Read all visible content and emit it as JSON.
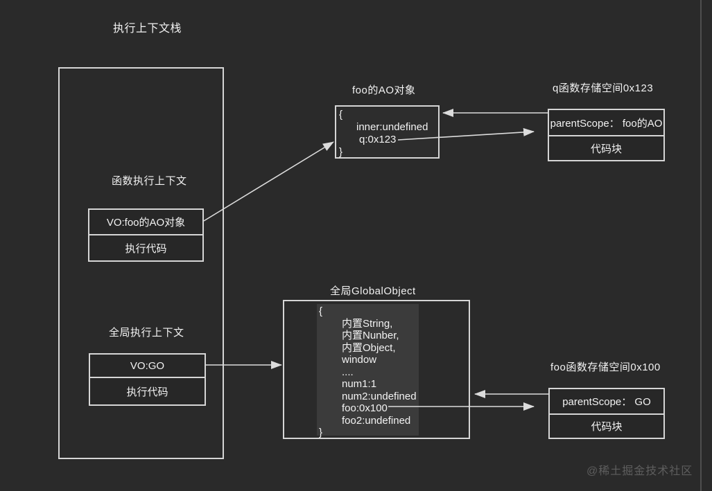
{
  "page": {
    "title": "执行上下文栈",
    "watermark": "@稀土掘金技术社区"
  },
  "stack": {
    "function_context_label": "函数执行上下文",
    "vo_foo": {
      "row1": "VO:foo的AO对象",
      "row2": "执行代码"
    },
    "global_context_label": "全局执行上下文",
    "vo_go": {
      "row1": "VO:GO",
      "row2": "执行代码"
    }
  },
  "foo_ao": {
    "label": "foo的AO对象",
    "lines": [
      "{",
      "inner:undefined",
      "q:0x123",
      "}"
    ]
  },
  "q_space": {
    "label": "q函数存储空间0x123",
    "row1": "parentScope： foo的AO",
    "row2": "代码块"
  },
  "global_object": {
    "label": "全局GlobalObject",
    "open_brace": "{",
    "entries": [
      "内置String,",
      "内置Nunber,",
      "内置Object,",
      "window",
      "....",
      "num1:1",
      "num2:undefined",
      "foo:0x100",
      "foo2:undefined"
    ],
    "close_brace": "}"
  },
  "foo_space": {
    "label": "foo函数存储空间0x100",
    "row1": "parentScope： GO",
    "row2": "代码块"
  },
  "colors": {
    "background": "#2a2a2a",
    "box_border": "#d6d6d6",
    "text": "#f2f2f2",
    "arrow": "#dcdcdc",
    "highlight_block": "#3b3b3b",
    "watermark": "#5e5e5e"
  },
  "connections": [
    {
      "from": "vo-foo-row",
      "to": "foo-ao-object"
    },
    {
      "from": "q-storage-space",
      "to": "foo-ao-object"
    },
    {
      "from": "foo-ao-entry-q-0x123",
      "to": "q-storage-space"
    },
    {
      "from": "vo-go-row",
      "to": "global-object"
    },
    {
      "from": "foo-storage-space",
      "to": "global-object"
    },
    {
      "from": "global-object-entry-foo-0x100",
      "to": "foo-storage-space"
    }
  ]
}
